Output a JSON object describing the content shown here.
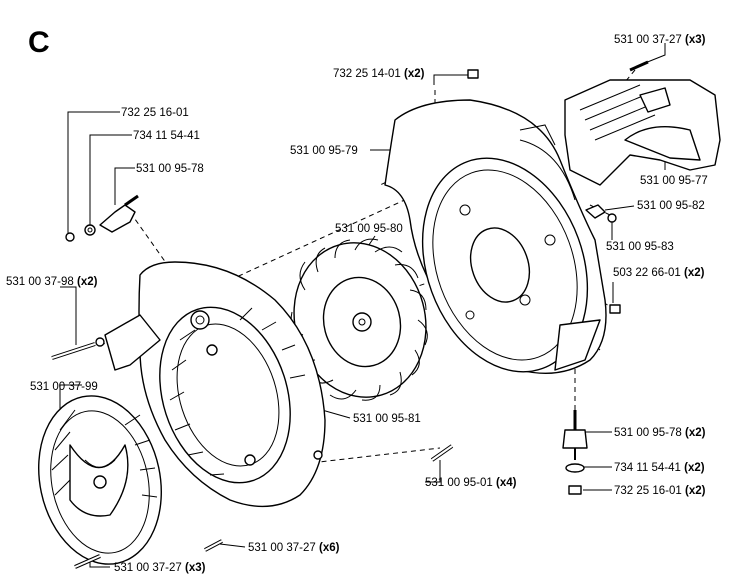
{
  "section_letter": "C",
  "labels": {
    "l0": {
      "num": "732 25 16-01"
    },
    "l1": {
      "num": "734 11 54-41"
    },
    "l2": {
      "num": "531 00 95-78"
    },
    "l3": {
      "num": "732 25 14-01",
      "qty": "(x2)"
    },
    "l4": {
      "num": "531 00 37-27",
      "qty": "(x3)"
    },
    "l5": {
      "num": "531 00 95-79"
    },
    "l6": {
      "num": "531 00 95-77"
    },
    "l7": {
      "num": "531 00 95-82"
    },
    "l8": {
      "num": "531 00 95-80"
    },
    "l9": {
      "num": "531 00 95-83"
    },
    "l10": {
      "num": "503 22 66-01",
      "qty": "(x2)"
    },
    "l11": {
      "num": "531 00 37-98",
      "qty": "(x2)"
    },
    "l12": {
      "num": "531 00 37-99"
    },
    "l13": {
      "num": "531 00 95-81"
    },
    "l14": {
      "num": "531 00 95-78",
      "qty": "(x2)"
    },
    "l15": {
      "num": "734 11 54-41",
      "qty": "(x2)"
    },
    "l16": {
      "num": "531 00 95-01",
      "qty": "(x4)"
    },
    "l17": {
      "num": "732 25 16-01",
      "qty": "(x2)"
    },
    "l18": {
      "num": "531 00 37-27",
      "qty": "(x6)"
    },
    "l19": {
      "num": "531 00 37-27",
      "qty": "(x3)"
    }
  }
}
